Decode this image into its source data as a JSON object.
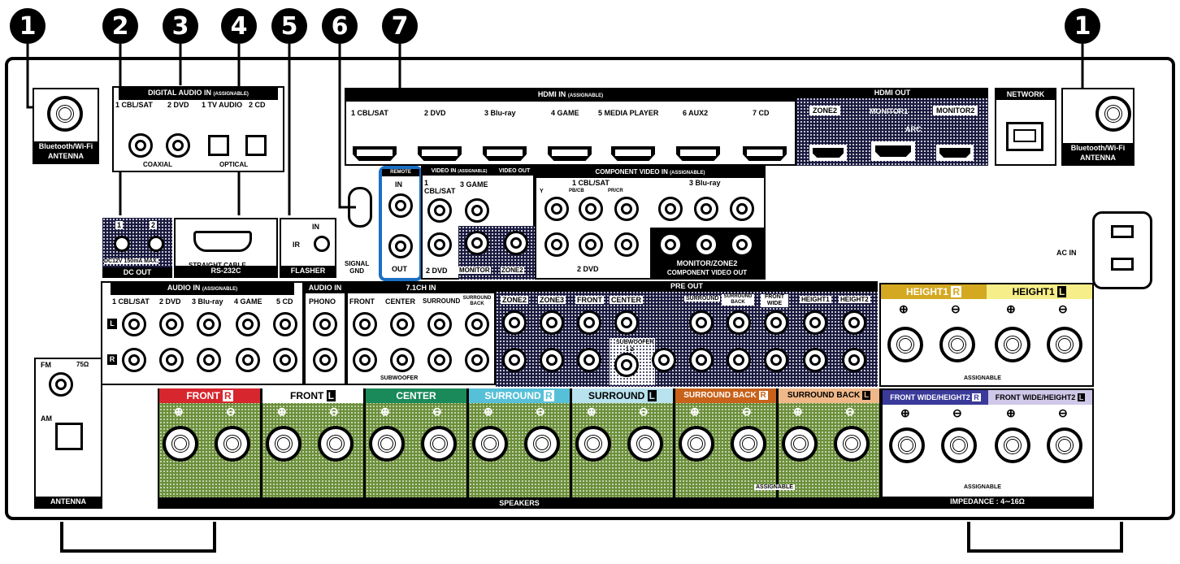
{
  "callouts": [
    "1",
    "2",
    "3",
    "4",
    "5",
    "6",
    "7",
    "1"
  ],
  "antenna_left": {
    "line1": "Bluetooth/Wi-Fi",
    "line2": "ANTENNA"
  },
  "antenna_right": {
    "line1": "Bluetooth/Wi-Fi",
    "line2": "ANTENNA"
  },
  "digital_audio": {
    "title": "DIGITAL AUDIO IN",
    "title_small": "(ASSIGNABLE)",
    "labels": [
      "1 CBL/SAT",
      "2 DVD",
      "1 TV AUDIO",
      "2 CD"
    ],
    "coaxial": "COAXIAL",
    "optical": "OPTICAL"
  },
  "hdmi_in": {
    "title": "HDMI IN",
    "title_small": "(ASSIGNABLE)",
    "inputs": [
      "1 CBL/SAT",
      "2 DVD",
      "3 Blu-ray",
      "4 GAME",
      "5 MEDIA PLAYER",
      "6 AUX2",
      "7 CD"
    ]
  },
  "hdmi_out": {
    "title": "HDMI OUT",
    "zone2": "ZONE2",
    "monitor1": "MONITOR1",
    "arc": "ARC",
    "monitor2": "MONITOR2"
  },
  "network": "NETWORK",
  "dc_out": {
    "title": "DC OUT",
    "n1": "1",
    "n2": "2",
    "spec": "DC12V 150mA MAX."
  },
  "rs232c": {
    "title": "RS-232C",
    "sub": "STRAIGHT CABLE"
  },
  "flasher": {
    "title": "FLASHER",
    "in": "IN",
    "ir": "IR"
  },
  "signal_gnd": {
    "line1": "SIGNAL",
    "line2": "GND"
  },
  "remote": {
    "title": "REMOTE",
    "in": "IN",
    "out": "OUT"
  },
  "video_in": {
    "title": "VIDEO IN",
    "title_small": "(ASSIGNABLE)",
    "i1": "1 CBL/SAT",
    "i3": "3 GAME",
    "i2": "2 DVD"
  },
  "video_out": {
    "title": "VIDEO OUT",
    "monitor": "MONITOR",
    "zone2": "ZONE2"
  },
  "component_in": {
    "title": "COMPONENT VIDEO IN",
    "title_small": "(ASSIGNABLE)",
    "cbl": "1 CBL/SAT",
    "bluray": "3 Blu-ray",
    "dvd": "2 DVD",
    "y": "Y",
    "pb": "PB/CB",
    "pr": "PR/CR"
  },
  "component_out": {
    "title": "COMPONENT VIDEO OUT",
    "sub": "MONITOR/ZONE2"
  },
  "ac_in": "AC IN",
  "audio_in": {
    "title": "AUDIO IN",
    "title_small": "(ASSIGNABLE)",
    "labels": [
      "1 CBL/SAT",
      "2 DVD",
      "3 Blu-ray",
      "4 GAME",
      "5 CD"
    ],
    "l": "L",
    "r": "R"
  },
  "audio_in_phono": {
    "title": "AUDIO IN",
    "phono": "PHONO"
  },
  "ch71": {
    "title": "7.1CH IN",
    "labels": [
      "FRONT",
      "CENTER",
      "SURROUND",
      "SURROUND BACK"
    ],
    "subwoofer": "SUBWOOFER"
  },
  "pre_out": {
    "title": "PRE OUT",
    "labels": [
      "ZONE2",
      "ZONE3",
      "FRONT",
      "CENTER",
      "SURROUND",
      "SURROUND BACK",
      "FRONT WIDE",
      "HEIGHT1",
      "HEIGHT2"
    ],
    "subwoofer": "SUBWOOFER",
    "sub12": "1  2"
  },
  "fm": {
    "fm": "FM",
    "ohm": "75Ω",
    "am": "AM",
    "title": "ANTENNA"
  },
  "speakers": {
    "title": "SPEAKERS",
    "assignable": "ASSIGNABLE",
    "impedance": "IMPEDANCE : 4∼16Ω",
    "plus": "⊕",
    "minus": "⊖",
    "channels": [
      {
        "label": "FRONT",
        "side": "R",
        "color": "#d8262e",
        "text": "#ffffff"
      },
      {
        "label": "FRONT",
        "side": "L",
        "color": "#ffffff",
        "text": "#000000"
      },
      {
        "label": "CENTER",
        "side": "",
        "color": "#1a8a5a",
        "text": "#ffffff"
      },
      {
        "label": "SURROUND",
        "side": "R",
        "color": "#56c0d8",
        "text": "#ffffff"
      },
      {
        "label": "SURROUND",
        "side": "L",
        "color": "#b8e2ee",
        "text": "#000000"
      },
      {
        "label": "SURROUND BACK",
        "side": "R",
        "color": "#c8621a",
        "text": "#ffffff"
      },
      {
        "label": "SURROUND BACK",
        "side": "L",
        "color": "#f0b888",
        "text": "#000000"
      }
    ],
    "height1_r": {
      "label": "HEIGHT1",
      "side": "R",
      "color": "#d4a820"
    },
    "height1_l": {
      "label": "HEIGHT1",
      "side": "L",
      "color": "#f6ee88"
    },
    "fw_r": {
      "label": "FRONT WIDE/HEIGHT2",
      "side": "R",
      "color": "#3a3a9a"
    },
    "fw_l": {
      "label": "FRONT WIDE/HEIGHT2",
      "side": "L",
      "color": "#d0c8e8"
    }
  }
}
